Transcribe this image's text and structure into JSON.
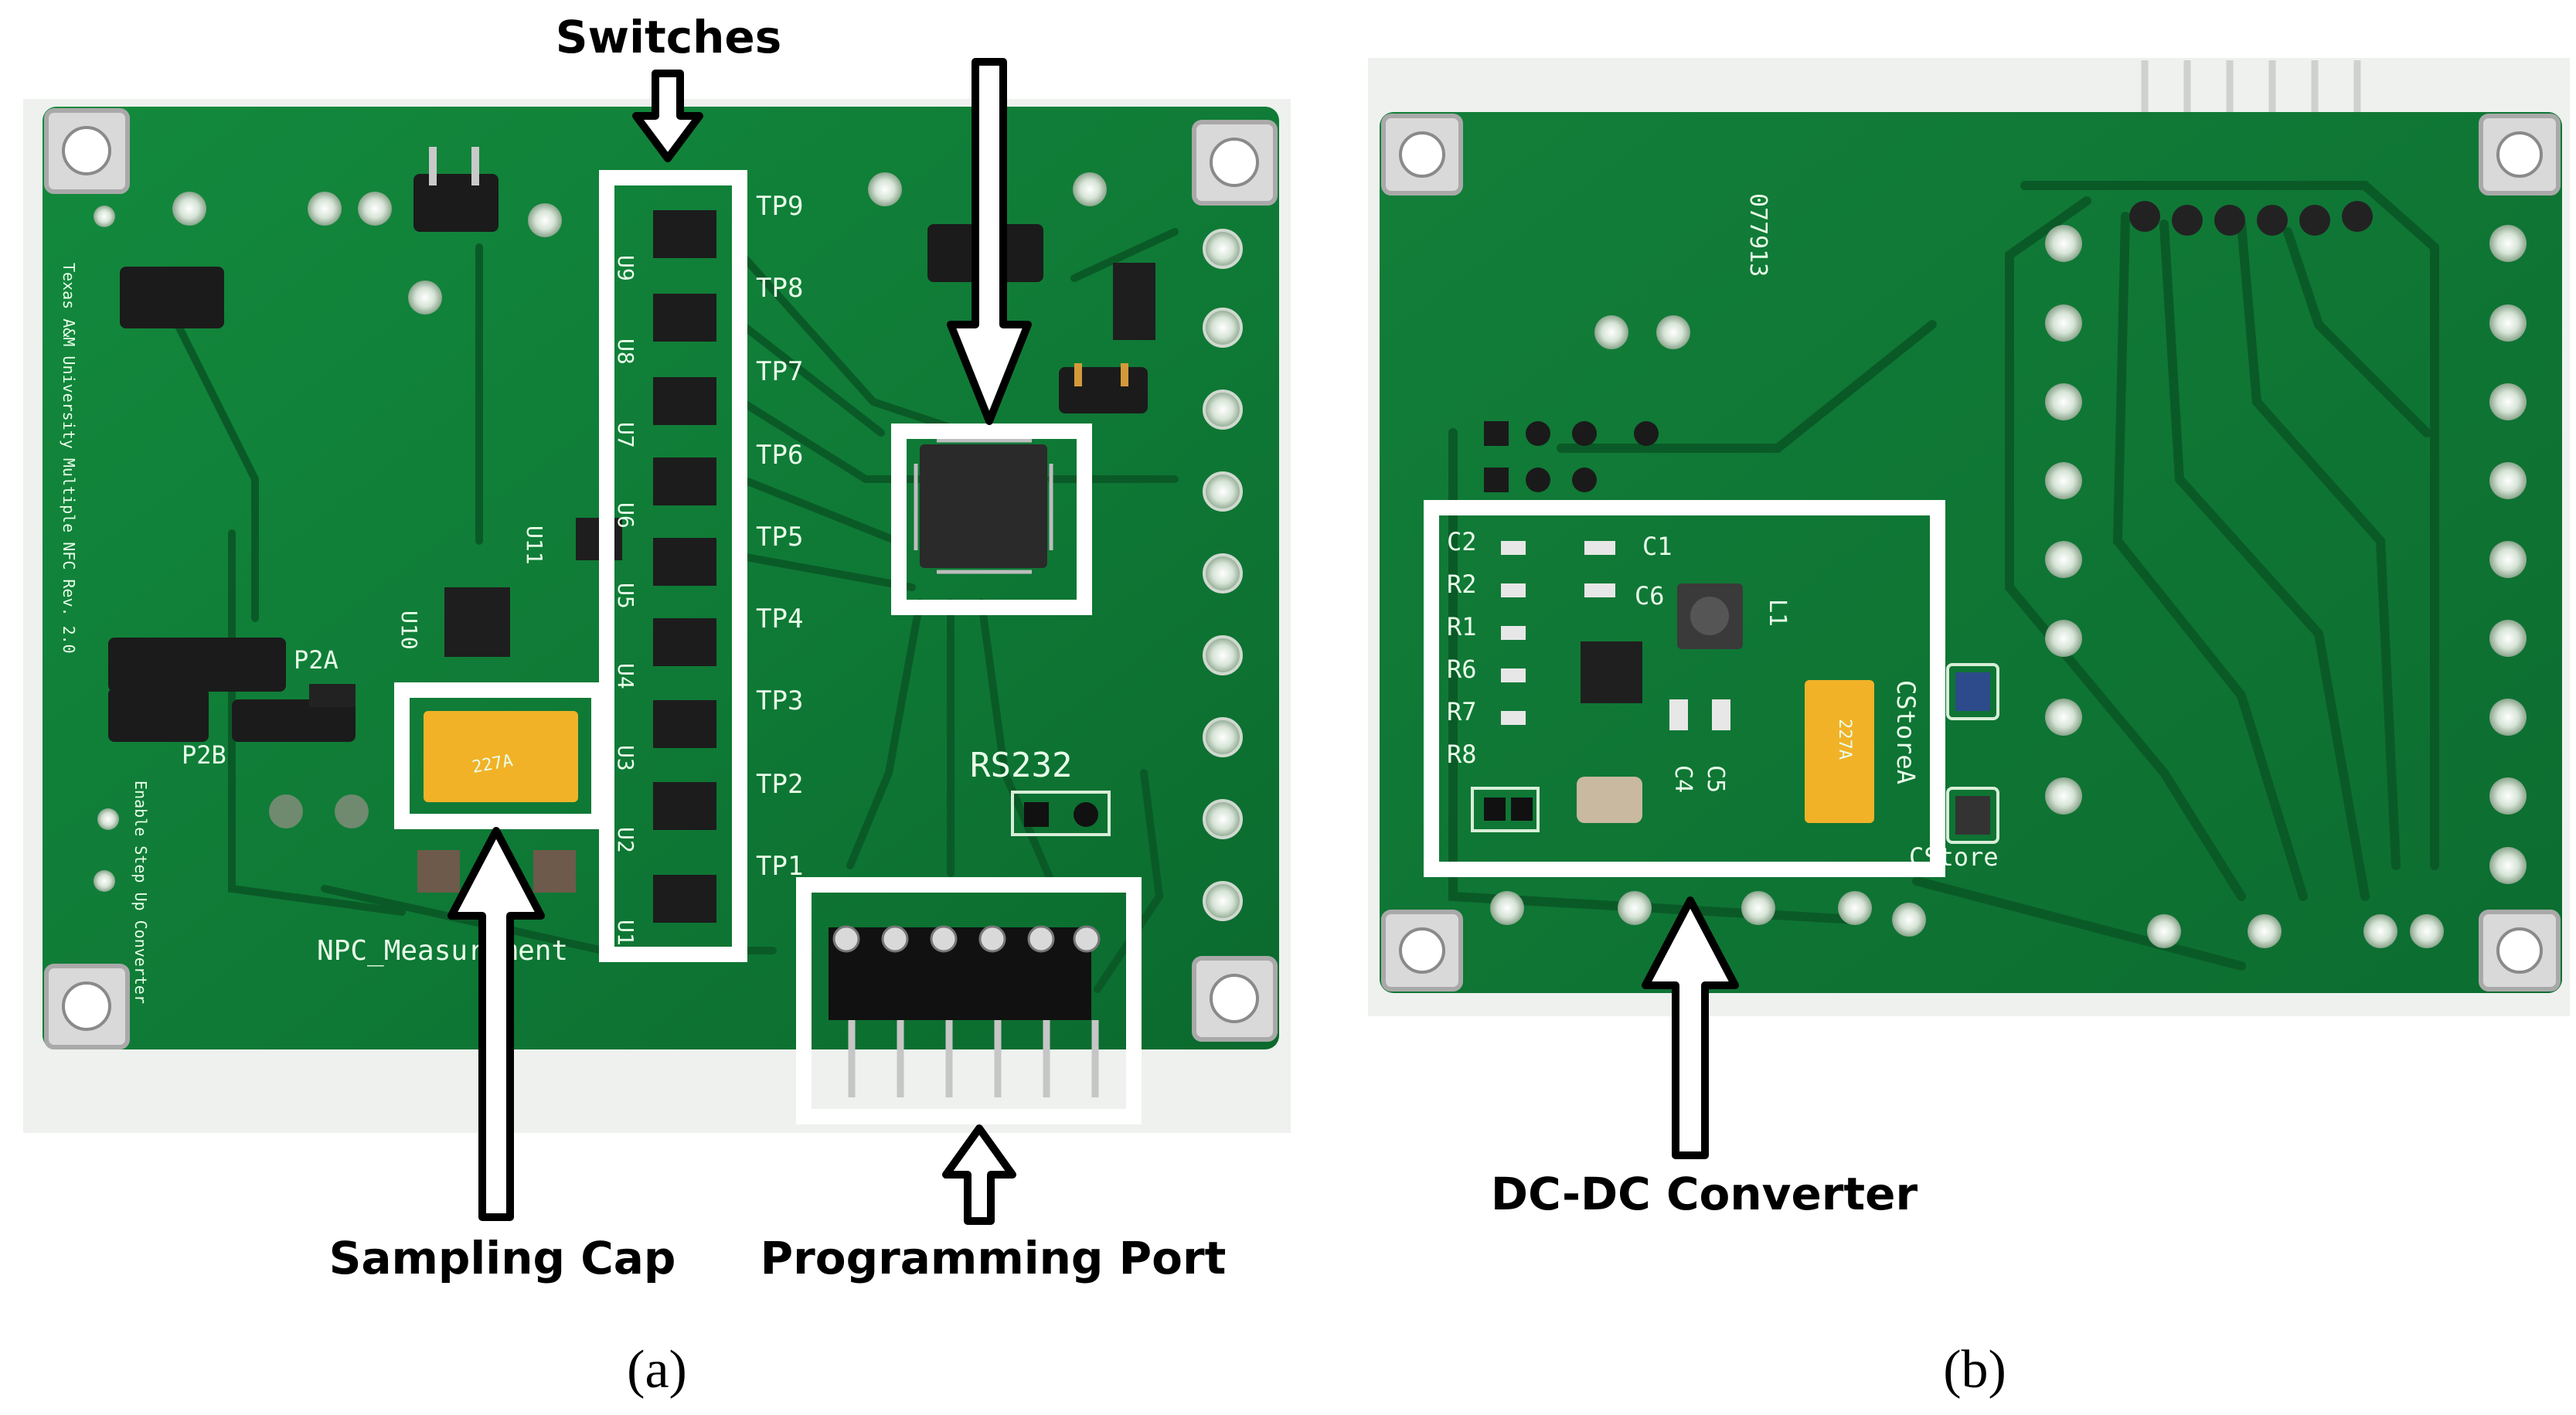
{
  "figure": {
    "panel_a_label": "(a)",
    "panel_b_label": "(b)"
  },
  "callouts": {
    "switches": "Switches",
    "sampling_cap": "Sampling Cap",
    "programming_port": "Programming Port",
    "dc_dc_converter": "DC-DC Converter"
  },
  "board_a_silkscreen": {
    "test_points": [
      "TP9",
      "TP8",
      "TP7",
      "TP6",
      "TP5",
      "TP4",
      "TP3",
      "TP2",
      "TP1"
    ],
    "switch_ics": [
      "U9",
      "U8",
      "U7",
      "U6",
      "U5",
      "U4",
      "U3",
      "U2",
      "U1"
    ],
    "u11": "U11",
    "u10": "U10",
    "rs232": "RS232",
    "p2a": "P2A",
    "p2b": "P2B",
    "board_name": "NPC_Measurement",
    "cap_marking": "227A",
    "side_text_left": "Texas A&M University Multiple NFC Rev. 2.0",
    "side_text_enable": "Enable Step Up Converter"
  },
  "board_b_silkscreen": {
    "part_labels": [
      "C2",
      "R2",
      "R1",
      "R6",
      "R7",
      "R8"
    ],
    "c1": "C1",
    "c6": "C6",
    "l1": "L1",
    "c5": "C5",
    "c4": "C4",
    "cstore_a": "CStoreA",
    "cstore_b": "CStore",
    "board_id": "077913",
    "cap_marking": "227A"
  },
  "colors": {
    "pcb": "#0f7a36",
    "pcb_dark": "#0a5a27",
    "highlight_box": "#ffffff",
    "arrow_outline": "#000000",
    "tantalum_cap": "#f1b228"
  }
}
